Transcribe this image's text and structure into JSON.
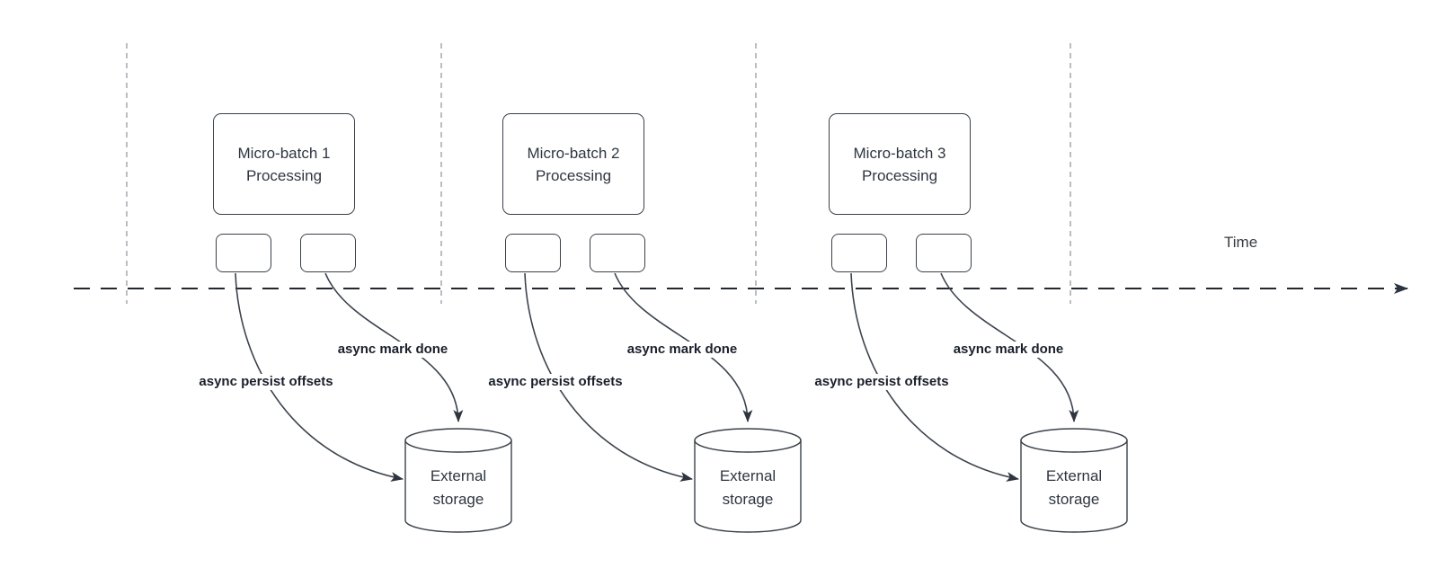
{
  "diagram": {
    "time_label": "Time",
    "groups": [
      {
        "box_label": "Micro-batch 1 Processing",
        "persist_label": "async persist offsets",
        "mark_label": "async mark done",
        "storage_label": "External storage"
      },
      {
        "box_label": "Micro-batch 2 Processing",
        "persist_label": "async persist offsets",
        "mark_label": "async mark done",
        "storage_label": "External storage"
      },
      {
        "box_label": "Micro-batch 3 Processing",
        "persist_label": "async persist offsets",
        "mark_label": "async mark done",
        "storage_label": "External storage"
      }
    ],
    "colors": {
      "shape_stroke": "#3a4149",
      "box_text": "#2f3640",
      "edge_label_text": "#1a202b",
      "time_axis": "#23272e",
      "batch_boundary": "#a9adb2",
      "background": "#ffffff"
    }
  }
}
